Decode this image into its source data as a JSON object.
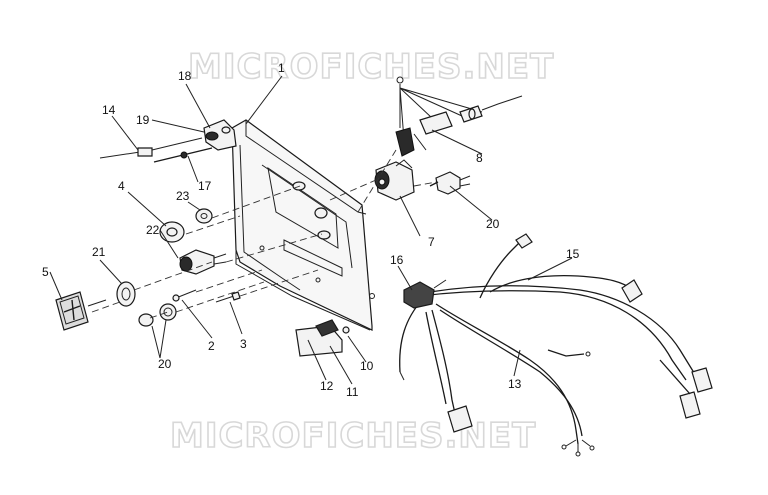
{
  "watermark": {
    "top": "MICROFICHES.NET",
    "bottom": "MICROFICHES.NET"
  },
  "callouts": {
    "c1": "1",
    "c2": "2",
    "c3": "3",
    "c4": "4",
    "c5": "5",
    "c7": "7",
    "c8": "8",
    "c10": "10",
    "c11": "11",
    "c12": "12",
    "c13": "13",
    "c14": "14",
    "c15": "15",
    "c16": "16",
    "c17": "17",
    "c18": "18",
    "c19": "19",
    "c20a": "20",
    "c20b": "20",
    "c21": "21",
    "c22": "22",
    "c23": "23"
  }
}
